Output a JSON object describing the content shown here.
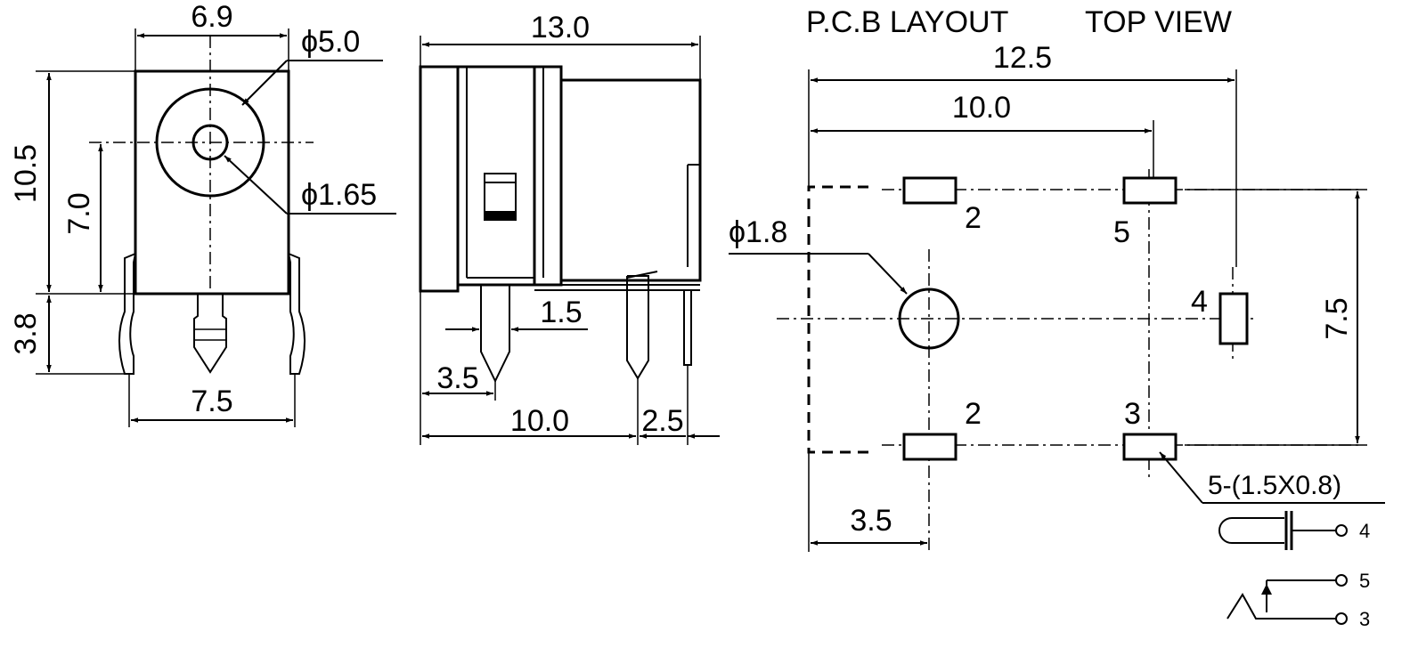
{
  "headings": {
    "pcb_layout": "P.C.B LAYOUT",
    "top_view": "TOP VIEW"
  },
  "front_view": {
    "dim_width": "6.9",
    "dim_jack_diameter": "ϕ5.0",
    "dim_pin_diameter": "ϕ1.65",
    "dim_height": "10.5",
    "dim_center_height": "7.0",
    "dim_pin_length": "3.8",
    "dim_pin_spacing": "7.5"
  },
  "side_view": {
    "dim_length": "13.0",
    "dim_pin_width": "1.5",
    "dim_front_offset": "3.5",
    "dim_pin_pitch": "10.0",
    "dim_rear_offset": "2.5"
  },
  "pcb_layout": {
    "dim_total_width": "12.5",
    "dim_pad_pitch": "10.0",
    "dim_hole_diameter": "ϕ1.8",
    "dim_pad_vertical": "7.5",
    "dim_hole_offset": "3.5",
    "pad_size_note": "5-(1.5X0.8)",
    "pad_numbers": [
      "2",
      "5",
      "4",
      "2",
      "3"
    ]
  },
  "schematic": {
    "pin_labels": [
      "4",
      "5",
      "3"
    ]
  }
}
